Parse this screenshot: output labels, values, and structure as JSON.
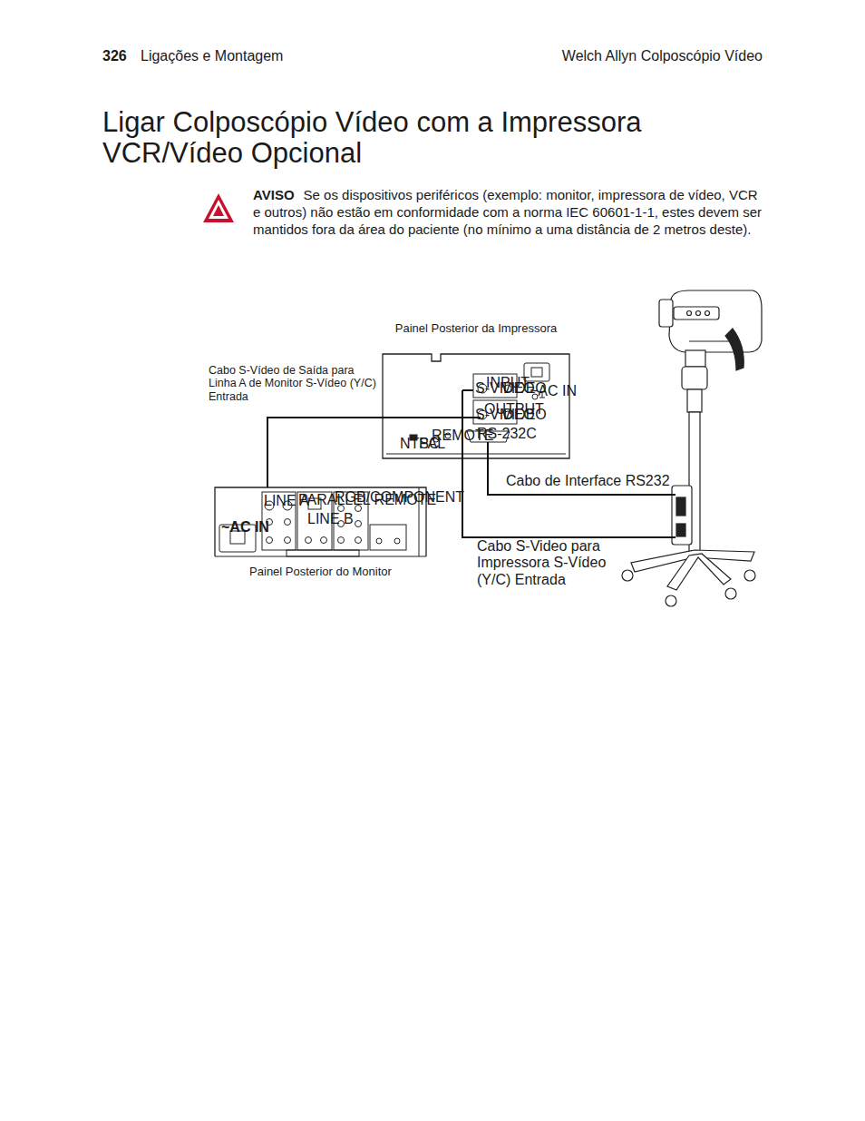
{
  "diagram": {
    "title": "Ligar Colposcópio Vídeo com a Impressora VCR/Vídeo Opcional",
    "nodes": [
      {
        "text": [
          "Painel Posterior da Impressora"
        ]
      },
      {
        "text": [
          "Painel Posterior do Monitor"
        ]
      }
    ],
    "edges": [
      {
        "from": 0,
        "to": 1,
        "arrow": "none",
        "label": "Cabo S-Vídeo de Saída para Linha A de Monitor S-Vídeo (Y/C) Entrada"
      }
    ],
    "labels": [
      "326",
      "Ligações e Montagem",
      "Welch Allyn Colposcópio Vídeo",
      "AVISO",
      "Se os dispositivos periféricos (exemplo: monitor, impressora de vídeo, VCR e outros) não estão em conformidade com a norma IEC 60601-1-1, estes devem ser mantidos fora da área do paciente (no mínimo a uma distância de 2 metros deste).",
      "Cabo de Interface RS232",
      "Cabo S-Video para Impressora S-Vídeo (Y/C) Entrada",
      "INPUT",
      "S-VIDEO",
      "VIDEO",
      "OUTPUT",
      "S-VIDEO",
      "VIDEO",
      "~AC IN",
      "RS-232C",
      "REMOTE",
      "NTSC",
      "PAL",
      "LINE A",
      "PARALLEL REMOTE",
      "RGB/COMPONENT",
      "LINE B",
      "~AC IN"
    ]
  }
}
